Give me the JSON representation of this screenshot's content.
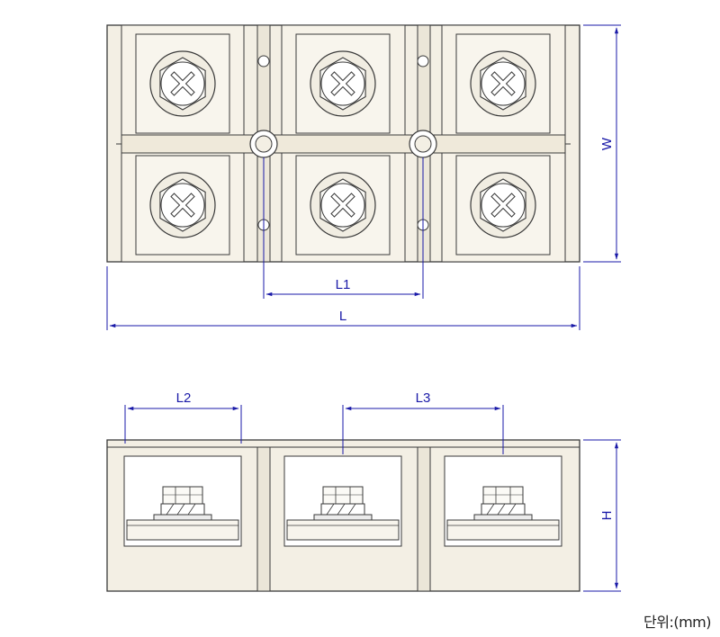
{
  "diagram": {
    "labels": {
      "top_length_pitch": "L1",
      "top_length_total": "L",
      "top_width": "W",
      "front_length_2": "L2",
      "front_length_3": "L3",
      "front_height": "H"
    },
    "unit_note": "단위:(mm)",
    "colors": {
      "body": "#f3efe4",
      "outline": "#3a3a3a",
      "dimension": "#1a1aa8",
      "metal": "#e8e8e8"
    },
    "top_view": {
      "poles": 3,
      "rows": 2
    },
    "front_view": {
      "terminals": 3
    }
  }
}
